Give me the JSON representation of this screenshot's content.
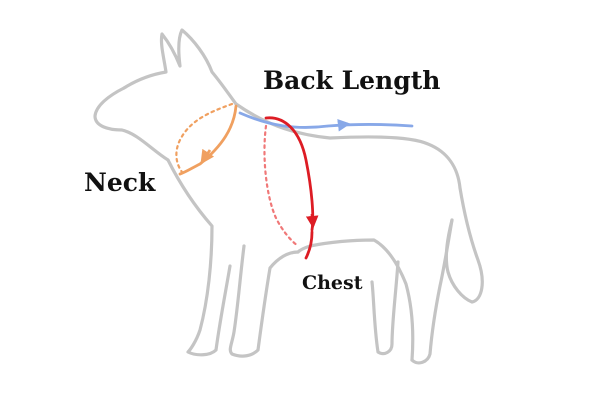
{
  "labels": {
    "back_length": "Back Length",
    "neck": "Neck",
    "chest": "Chest"
  },
  "colors": {
    "outline": "#c4c4c4",
    "back_length": "#88a8e8",
    "neck": "#f0a060",
    "chest": "#dd1c24",
    "text": "#111111"
  },
  "icons": {
    "dog": "dog-outline-icon",
    "back_length": "back-length-arrow-icon",
    "neck": "neck-arrow-icon",
    "chest": "chest-arrow-icon"
  }
}
